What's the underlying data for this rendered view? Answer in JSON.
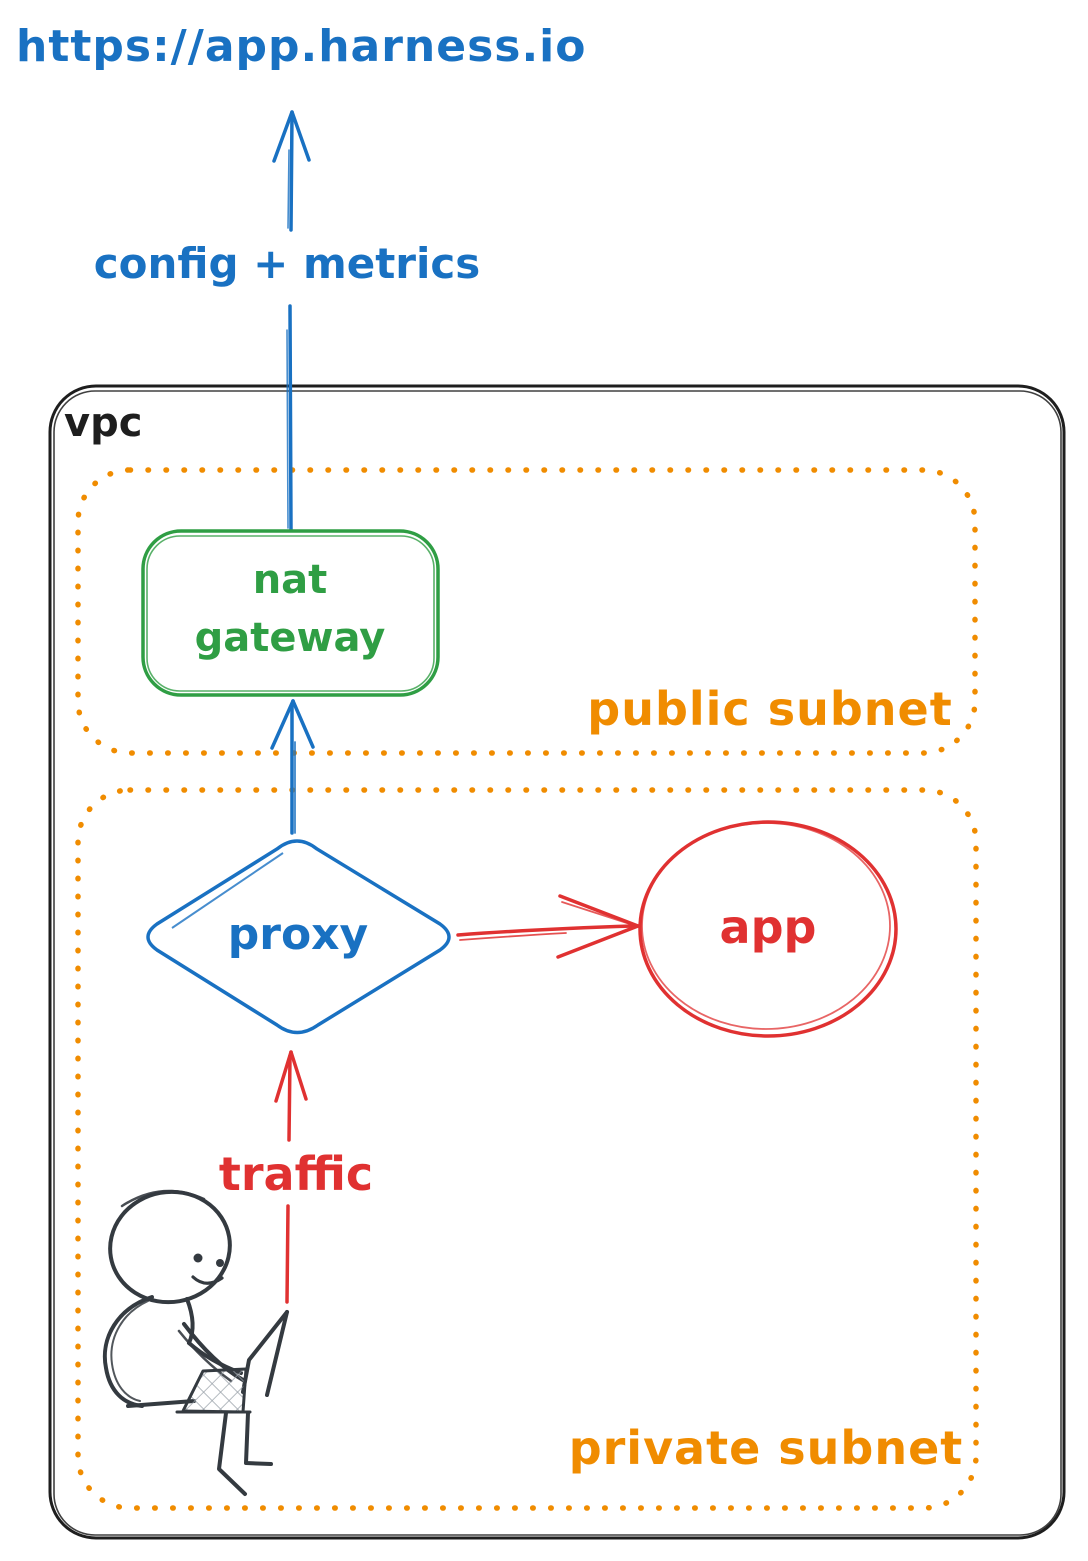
{
  "diagram": {
    "title": "https://app.harness.io",
    "labels": {
      "config_metrics": "config + metrics",
      "vpc": "vpc",
      "public_subnet": "public subnet",
      "private_subnet": "private subnet",
      "traffic": "traffic"
    },
    "nodes": {
      "nat_gateway_line1": "nat",
      "nat_gateway_line2": "gateway",
      "proxy": "proxy",
      "app": "app"
    },
    "colors": {
      "blue": "#1971c2",
      "green": "#2f9e44",
      "orange": "#f08c00",
      "red": "#e03131",
      "ink": "#1e1e1e",
      "person": "#343a40"
    }
  }
}
